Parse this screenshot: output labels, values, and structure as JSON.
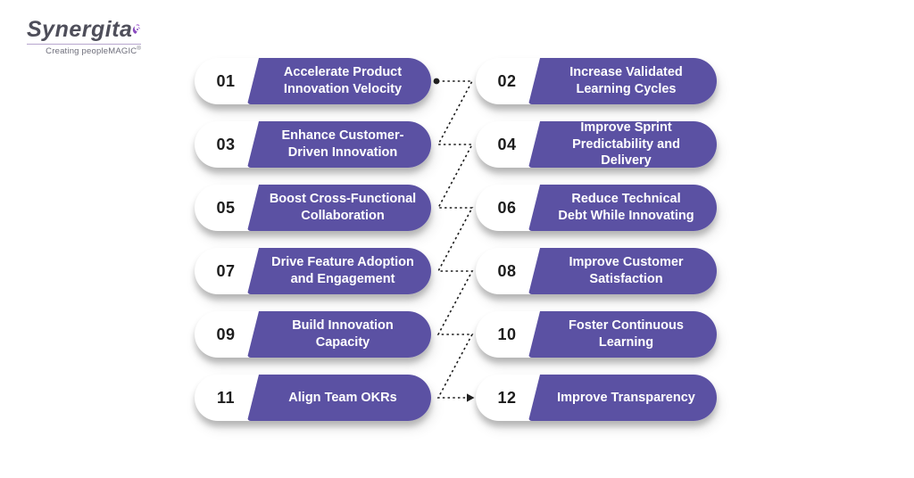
{
  "logo": {
    "brand": "Synergita",
    "tagline": "Creating peopleMAGIC",
    "registered_mark": "®",
    "brand_text_color": "#4e4e5a",
    "accent_color": "#8a4bbf"
  },
  "diagram": {
    "pill_color": "#5b51a3",
    "number_color": "#1d1d1d",
    "label_color": "#ffffff",
    "connector": {
      "style": "dashed-zigzag",
      "color": "#1f1f1f",
      "start_marker": "dot",
      "end_marker": "arrow"
    },
    "items": [
      {
        "number": "01",
        "label": "Accelerate Product\nInnovation Velocity"
      },
      {
        "number": "02",
        "label": "Increase Validated\nLearning Cycles"
      },
      {
        "number": "03",
        "label": "Enhance Customer-\nDriven Innovation"
      },
      {
        "number": "04",
        "label": "Improve Sprint\nPredictability and Delivery"
      },
      {
        "number": "05",
        "label": "Boost Cross-Functional\nCollaboration"
      },
      {
        "number": "06",
        "label": "Reduce Technical\nDebt While Innovating"
      },
      {
        "number": "07",
        "label": "Drive Feature Adoption\nand Engagement"
      },
      {
        "number": "08",
        "label": "Improve Customer\nSatisfaction"
      },
      {
        "number": "09",
        "label": "Build Innovation\nCapacity"
      },
      {
        "number": "10",
        "label": "Foster Continuous\nLearning"
      },
      {
        "number": "11",
        "label": "Align Team OKRs"
      },
      {
        "number": "12",
        "label": "Improve Transparency"
      }
    ]
  }
}
